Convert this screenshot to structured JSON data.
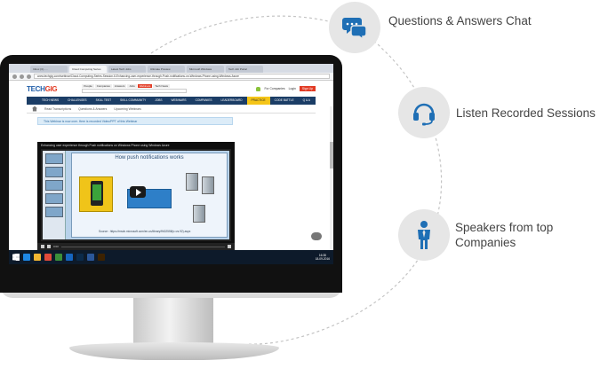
{
  "features": [
    {
      "label": "Questions & Answers Chat",
      "icon": "chat-bubbles-icon"
    },
    {
      "label": "Listen Recorded Sessions",
      "icon": "headset-icon"
    },
    {
      "label": "Speakers from top Companies",
      "icon": "speaker-person-icon"
    }
  ],
  "colors": {
    "accent": "#1f6fb5",
    "bubble_bg": "#e6e6e6",
    "brand_red": "#e23b24",
    "nav_blue": "#1b3d66"
  },
  "browser": {
    "tabs": [
      "Inbox (3) - ...",
      "Cloud Computing Series",
      "Latest Tech Jobs",
      "Ultimate Preview",
      "Microsoft Windows",
      "Tech Job Portal"
    ],
    "url": "www.techgig.com/webinar/Cloud-Computing-Series-Session-6-Enhancing-user-experience-through-Push-notifications-on-Windows-Phone-using-Windows-Azure"
  },
  "site": {
    "logo_main": "TECH",
    "logo_accent": "GIG",
    "search_tabs": [
      "People",
      "Companies",
      "Answers",
      "Jobs",
      "Webinars",
      "Tech News"
    ],
    "for_companies": "For Companies",
    "login": "Login",
    "signup": "Sign Up",
    "nav": [
      "TECH NEWS",
      "CHALLENGES",
      "SKILL TEST",
      "SKILL COMMUNITY",
      "JOBS",
      "WEBINARS",
      "COMPANIES",
      "LEADERBOARD",
      "PRACTICE",
      "CODE BATTLE",
      "Q & A"
    ],
    "subnav": [
      "Read Transcriptions",
      "Questions & Answers",
      "Upcoming Webinars"
    ],
    "notice": "This Webinar is now over. Here is recorded Video/PPT of this Webinar"
  },
  "video": {
    "title": "Enhancing user experience through Push notifications on Windows Phone using Windows Azure",
    "slide_title": "How push notifications works",
    "slide_caption": "Source : https://msdn.microsoft.com/en-us/library/ff402558(v=vs.92).aspx",
    "time": "0:00"
  },
  "taskbar": {
    "time": "16:38",
    "date": "18-09-2016"
  }
}
